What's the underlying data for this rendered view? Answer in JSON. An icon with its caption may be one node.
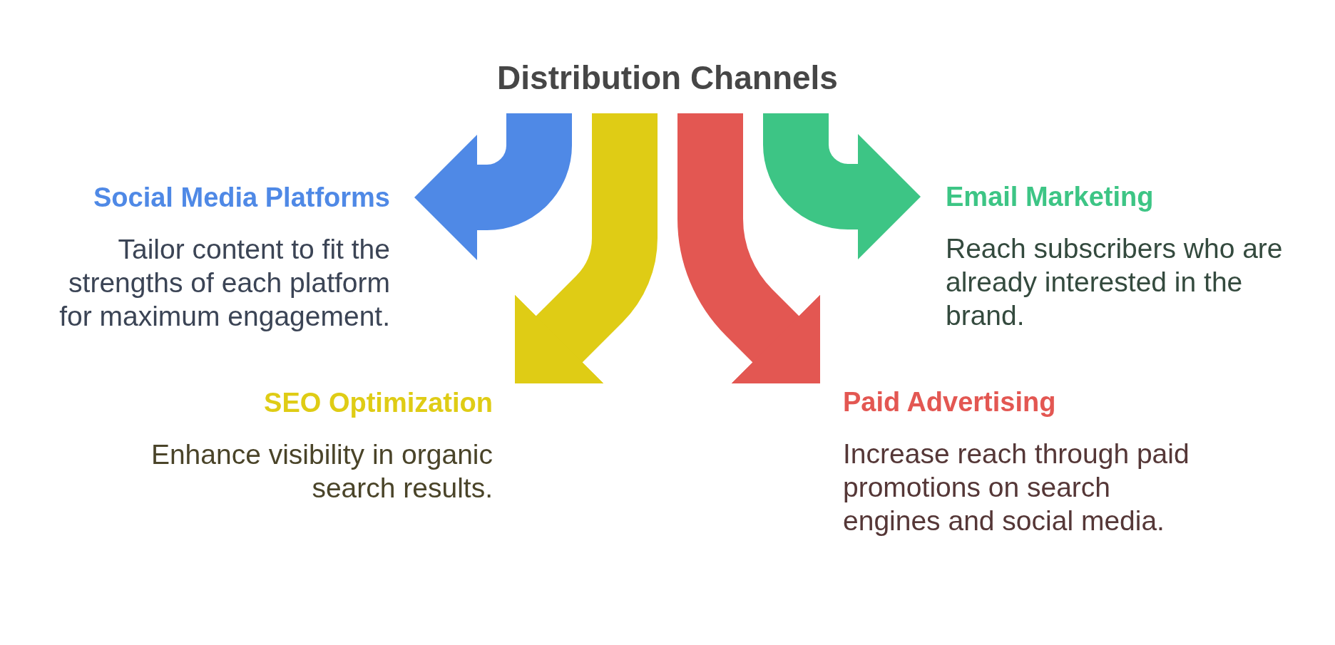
{
  "diagram": {
    "title": "Distribution Channels",
    "nodes": [
      {
        "text": [
          "Social Media Platforms",
          "Tailor content to fit the strengths of each platform for maximum engagement."
        ]
      },
      {
        "text": [
          "Email Marketing",
          "Reach subscribers who are already interested in the brand."
        ]
      },
      {
        "text": [
          "SEO Optimization",
          "Enhance visibility in organic search results."
        ]
      },
      {
        "text": [
          "Paid Advertising",
          "Increase reach through paid promotions on search engines and social media."
        ]
      }
    ],
    "edges": [
      {
        "from": null,
        "to": 0,
        "arrow": "to",
        "color": "#4f89e6"
      },
      {
        "from": null,
        "to": 2,
        "arrow": "to",
        "color": "#dfcc15"
      },
      {
        "from": null,
        "to": 3,
        "arrow": "to",
        "color": "#e35752"
      },
      {
        "from": null,
        "to": 1,
        "arrow": "to",
        "color": "#3dc585"
      }
    ]
  }
}
